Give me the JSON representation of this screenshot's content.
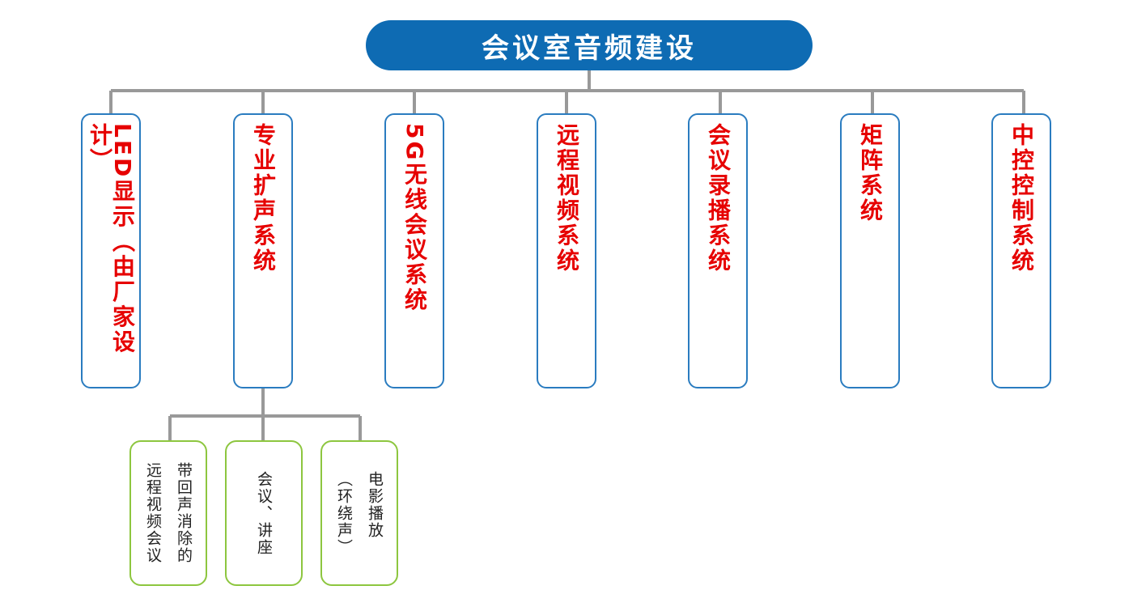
{
  "title": "会议室音频建设",
  "colors": {
    "title_bg": "#0e6bb3",
    "main_border": "#2a7cc0",
    "main_text": "#e60000",
    "sub_border": "#8dc63f",
    "connector": "#999999"
  },
  "main_nodes": [
    {
      "label": "LED显示（由厂家设计）"
    },
    {
      "label": "专业扩声系统"
    },
    {
      "label": "5G无线会议系统"
    },
    {
      "label": "远程视频系统"
    },
    {
      "label": "会议录播系统"
    },
    {
      "label": "矩阵系统"
    },
    {
      "label": "中控控制系统"
    }
  ],
  "sub_nodes": [
    {
      "label": "带回声消除的\n远程视频会议"
    },
    {
      "label": "会议、讲座"
    },
    {
      "label": "电影播放\n（环绕声）"
    }
  ]
}
